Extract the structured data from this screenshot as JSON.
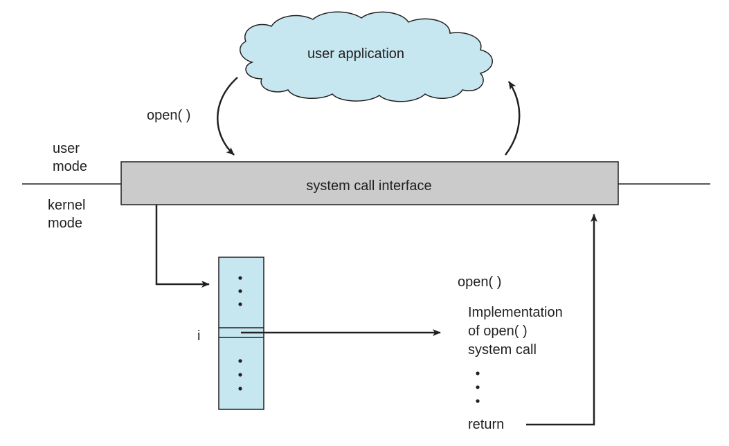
{
  "cloud_label": "user application",
  "call_label": "open( )",
  "user_mode_label": [
    "user",
    "mode"
  ],
  "kernel_mode_label": [
    "kernel",
    "mode"
  ],
  "interface_label": "system call interface",
  "table_index_label": "i",
  "impl_heading": "open( )",
  "impl_lines": [
    "Implementation",
    "of open( )",
    "system call"
  ],
  "return_label": "return",
  "colors": {
    "cloud_fill": "#c6e6f0",
    "table_fill": "#c6e6f0",
    "bar_fill": "#cbcbcb",
    "stroke": "#231f20"
  }
}
